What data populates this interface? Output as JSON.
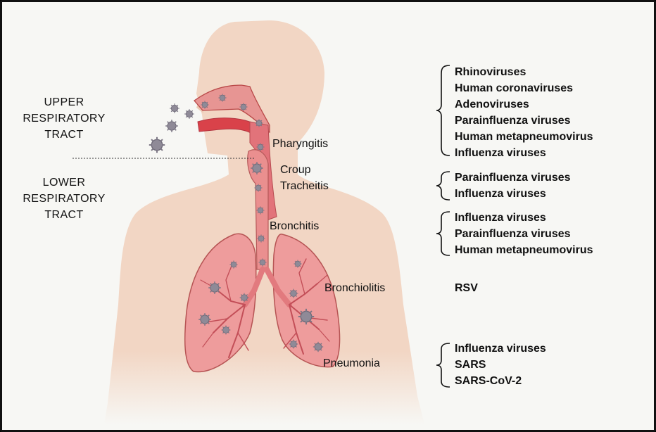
{
  "regions": {
    "upper": [
      "UPPER",
      "RESPIRATORY",
      "TRACT"
    ],
    "lower": [
      "LOWER",
      "RESPIRATORY",
      "TRACT"
    ]
  },
  "diseases": {
    "pharyngitis": "Pharyngitis",
    "croup": "Croup",
    "tracheitis": "Tracheitis",
    "bronchitis": "Bronchitis",
    "bronchiolitis": "Bronchiolitis",
    "pneumonia": "Pneumonia"
  },
  "virus_groups": {
    "upper_tract": [
      "Rhinoviruses",
      "Human coronaviruses",
      "Adenoviruses",
      "Parainfluenza viruses",
      "Human metapneumovirus",
      "Influenza viruses"
    ],
    "croup_tracheitis": [
      "Parainfluenza viruses",
      "Influenza viruses"
    ],
    "bronchitis": [
      "Influenza viruses",
      "Parainfluenza viruses",
      "Human metapneumovirus"
    ],
    "bronchiolitis": [
      "RSV"
    ],
    "pneumonia": [
      "Influenza viruses",
      "SARS",
      "SARS-CoV-2"
    ]
  },
  "colors": {
    "background": "#f7f7f4",
    "skin": "#f2d6c4",
    "lung_fill": "#ec9f9b",
    "airway": "#e06a6a",
    "virus": "#8f8a97",
    "border": "#111111"
  },
  "icons": [
    "virus-particle-icon"
  ]
}
